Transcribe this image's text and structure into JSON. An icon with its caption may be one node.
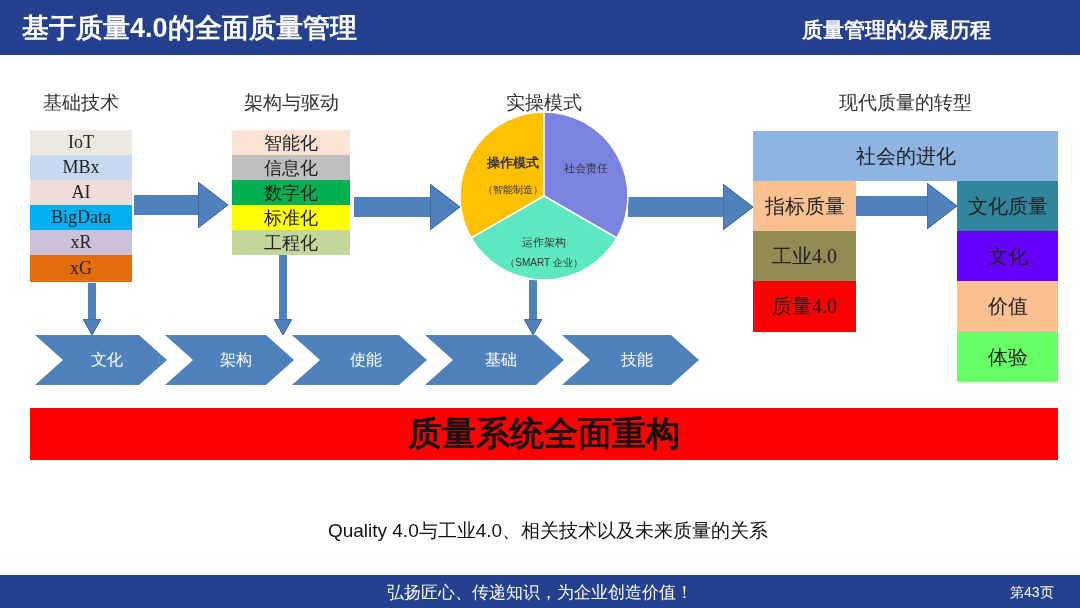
{
  "diagram": {
    "title": "基于质量4.0的全面质量管理",
    "caption": "Quality 4.0与工业4.0、相关技术以及未来质量的关系",
    "nodes": [
      {
        "text": [
          "基础技术"
        ]
      },
      {
        "text": [
          "IoT"
        ],
        "in": 0
      },
      {
        "text": [
          "MBx"
        ],
        "in": 0
      },
      {
        "text": [
          "AI"
        ],
        "in": 0
      },
      {
        "text": [
          "BigData"
        ],
        "in": 0
      },
      {
        "text": [
          "xR"
        ],
        "in": 0
      },
      {
        "text": [
          "xG"
        ],
        "in": 0
      },
      {
        "text": [
          "架构与驱动"
        ]
      },
      {
        "text": [
          "智能化"
        ],
        "in": 7
      },
      {
        "text": [
          "信息化"
        ],
        "in": 7
      },
      {
        "text": [
          "数字化"
        ],
        "in": 7
      },
      {
        "text": [
          "标准化"
        ],
        "in": 7
      },
      {
        "text": [
          "工程化"
        ],
        "in": 7
      },
      {
        "text": [
          "实操模式"
        ]
      },
      {
        "text": [
          "操作模式",
          "（智能制造）"
        ],
        "in": 13
      },
      {
        "text": [
          "社会责任"
        ],
        "in": 13
      },
      {
        "text": [
          "运作架构",
          "（SMART 企业）"
        ],
        "in": 13
      },
      {
        "text": [
          "现代质量的转型"
        ]
      },
      {
        "text": [
          "社会的进化"
        ],
        "in": 17
      },
      {
        "text": [
          "指标质量"
        ],
        "in": 17
      },
      {
        "text": [
          "工业4.0"
        ],
        "in": 17
      },
      {
        "text": [
          "质量4.0"
        ],
        "in": 17
      },
      {
        "text": [
          "文化质量"
        ],
        "in": 17
      },
      {
        "text": [
          "文化"
        ],
        "in": 17
      },
      {
        "text": [
          "价值"
        ],
        "in": 17
      },
      {
        "text": [
          "体验"
        ],
        "in": 17
      },
      {
        "text": [
          "文化"
        ]
      },
      {
        "text": [
          "架构"
        ]
      },
      {
        "text": [
          "使能"
        ]
      },
      {
        "text": [
          "基础"
        ]
      },
      {
        "text": [
          "技能"
        ]
      },
      {
        "text": [
          "质量系统全面重构"
        ]
      }
    ],
    "edges": [
      {
        "from": 0,
        "to": 7,
        "arrow": "to"
      },
      {
        "from": 7,
        "to": 13,
        "arrow": "to"
      },
      {
        "from": 13,
        "to": 17,
        "arrow": "to"
      },
      {
        "from": 19,
        "to": 22,
        "arrow": "to"
      },
      {
        "from": 0,
        "to": 26,
        "arrow": "to"
      },
      {
        "from": 7,
        "to": 27,
        "arrow": "to"
      },
      {
        "from": 13,
        "to": 29,
        "arrow": "to"
      }
    ],
    "labels": [
      "质量管理的发展历程",
      "弘扬匠心、传递知识，为企业创造价值！",
      "第43页"
    ]
  }
}
